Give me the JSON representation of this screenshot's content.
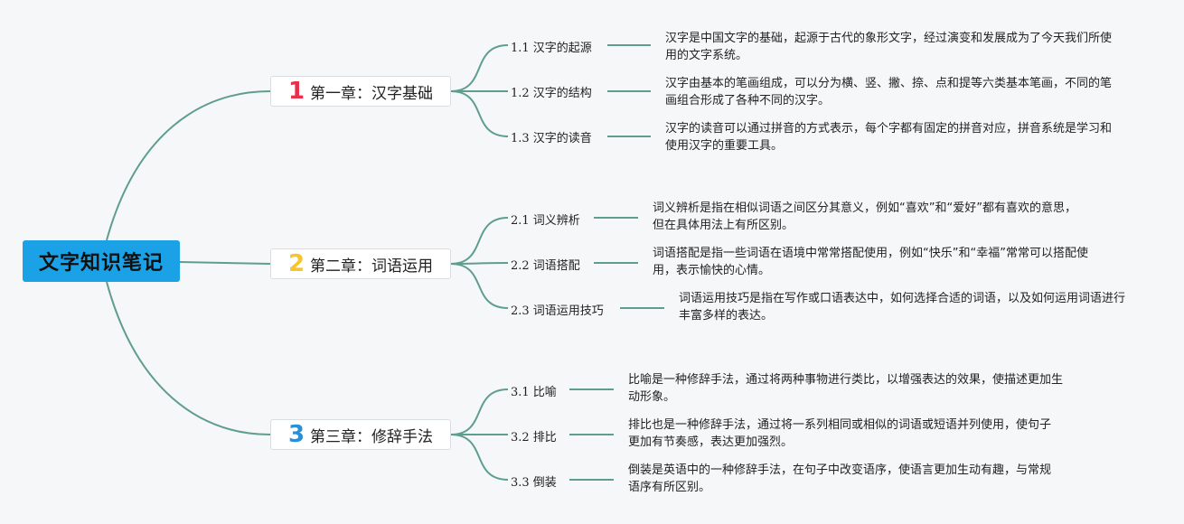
{
  "root": {
    "title": "文字知识笔记"
  },
  "colors": {
    "root_bg": "#1aa1e6",
    "line": "#5f9e8f",
    "num1": "#e8304a",
    "num2": "#f5c431",
    "num3": "#2a8fd6"
  },
  "chapters": [
    {
      "num": "1",
      "label": "第一章：汉字基础",
      "sections": [
        {
          "label": "1.1 汉字的起源",
          "text": "汉字是中国文字的基础，起源于古代的象形文字，经过演变和发展成为了今天我们所使用的文字系统。"
        },
        {
          "label": "1.2 汉字的结构",
          "text": "汉字由基本的笔画组成，可以分为横、竖、撇、捺、点和提等六类基本笔画，不同的笔画组合形成了各种不同的汉字。"
        },
        {
          "label": "1.3 汉字的读音",
          "text": "汉字的读音可以通过拼音的方式表示，每个字都有固定的拼音对应，拼音系统是学习和使用汉字的重要工具。"
        }
      ]
    },
    {
      "num": "2",
      "label": "第二章：词语运用",
      "sections": [
        {
          "label": "2.1 词义辨析",
          "text": "词义辨析是指在相似词语之间区分其意义，例如“喜欢”和“爱好”都有喜欢的意思，但在具体用法上有所区别。"
        },
        {
          "label": "2.2 词语搭配",
          "text": "词语搭配是指一些词语在语境中常常搭配使用，例如“快乐”和“幸福”常常可以搭配使用，表示愉快的心情。"
        },
        {
          "label": "2.3 词语运用技巧",
          "text": "词语运用技巧是指在写作或口语表达中，如何选择合适的词语，以及如何运用词语进行丰富多样的表达。"
        }
      ]
    },
    {
      "num": "3",
      "label": "第三章：修辞手法",
      "sections": [
        {
          "label": "3.1 比喻",
          "text": "比喻是一种修辞手法，通过将两种事物进行类比，以增强表达的效果，使描述更加生动形象。"
        },
        {
          "label": "3.2 排比",
          "text": "排比也是一种修辞手法，通过将一系列相同或相似的词语或短语并列使用，使句子更加有节奏感，表达更加强烈。"
        },
        {
          "label": "3.3 倒装",
          "text": "倒装是英语中的一种修辞手法，在句子中改变语序，使语言更加生动有趣，与常规语序有所区别。"
        }
      ]
    }
  ]
}
